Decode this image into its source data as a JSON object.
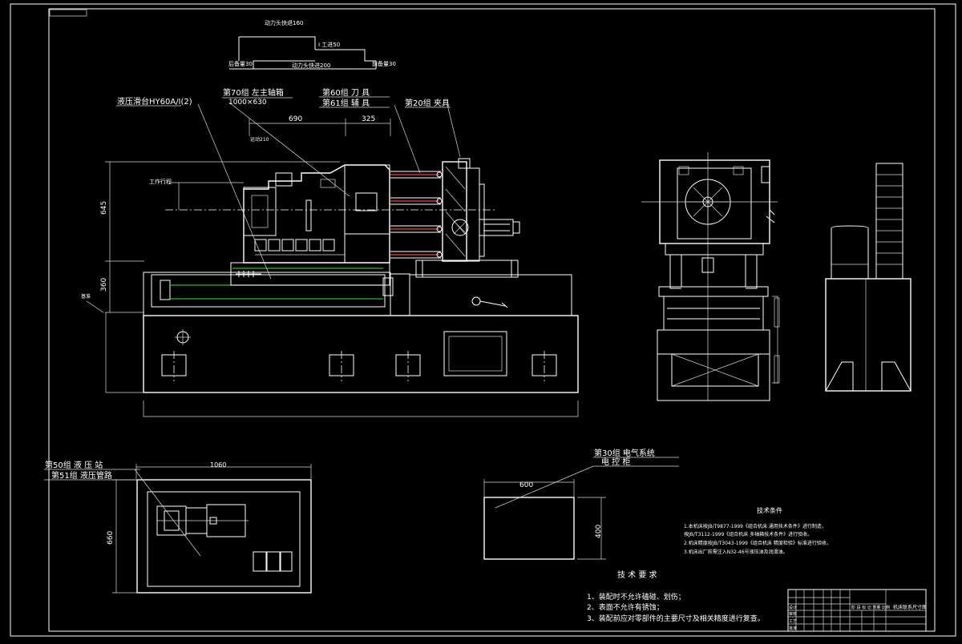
{
  "colors": {
    "background": "#000000",
    "lines": "#ffffff",
    "guide": "#22c41e",
    "cutter": "#ff3b3b"
  },
  "cycle": {
    "fast_return": "动力头快退160",
    "work_feed": "I 工进50",
    "back_margin": "后备量30",
    "fast_forward": "动力头快进200",
    "front_margin": "前备量30"
  },
  "labels": {
    "hydraulic_slide": "液压滑台HY60A/I(2)",
    "spindle_box_group": "第70组  左主轴箱",
    "spindle_box_size": "1000×630",
    "cutting_tool": "第60组  刀  具",
    "auxiliary_tool": "第61组  辅  具",
    "fixture": "第20组  夹具",
    "stroke": "工作行程",
    "small_note": "运动210",
    "base_mark": "基准"
  },
  "dimensions": {
    "d690": "690",
    "d325": "325",
    "d645": "645",
    "d360": "360",
    "d1060": "1060",
    "d660": "660",
    "d600": "600",
    "d400": "400"
  },
  "hydraulic": {
    "group": "第50组  液  压  站",
    "piping": "第51组  液压管路"
  },
  "electrical": {
    "group": "第30组  电气系统",
    "cabinet": "电  控  柜"
  },
  "tech_conditions": {
    "title": "技术条件",
    "lines": [
      "1.本机床按JB/T9877-1999《组合机床 通用技术条件》进行制造，",
      "  按JB/T3112-1999《组合机床 多轴箱技术条件》进行验收。",
      "2.机床精度按JB/T3043-1999《组合机床 精度检验》标准进行验收。",
      "3.机床出厂前需注入N32-46号液压油及润滑油。"
    ]
  },
  "tech_requirements": {
    "title": "技  术  要  求",
    "lines": [
      "1、装配时不允许磕碰、划伤；",
      "2、表面不允许有锈蚀；",
      "3、装配前应对零部件的主要尺寸及相关精度进行复查。"
    ]
  },
  "title_block": {
    "drawing_title": "机床联系尺寸图",
    "row_designer": "设计",
    "row_checker": "审核",
    "row_process": "工艺",
    "row_approve": "批准",
    "stage_label": "阶 段 标 记   重量   比例"
  }
}
